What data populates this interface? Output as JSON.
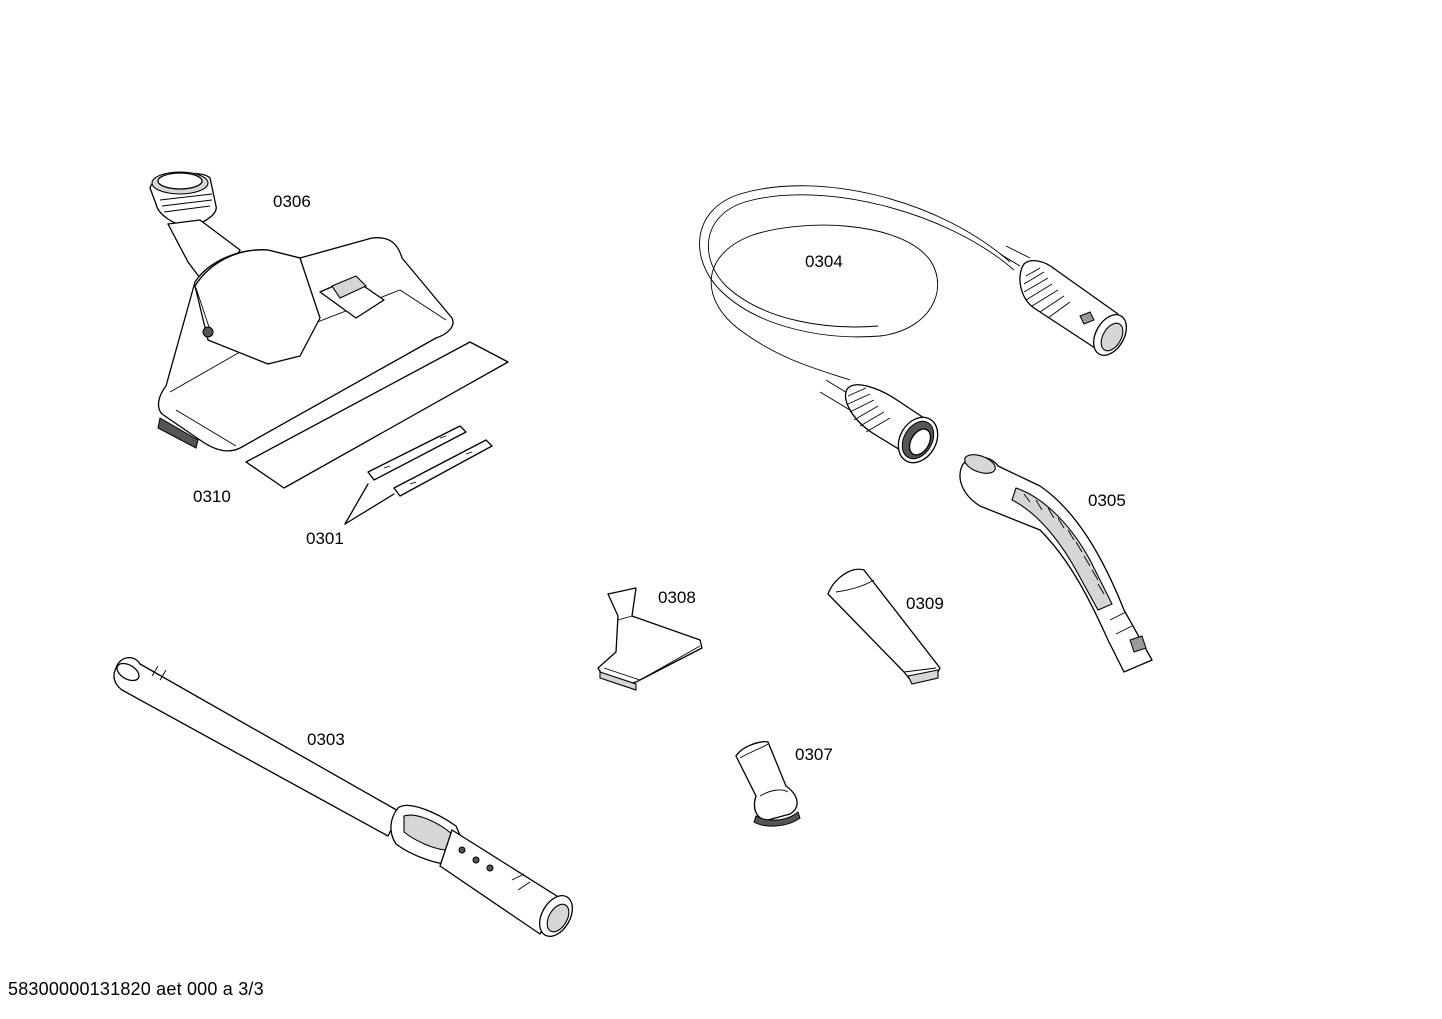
{
  "parts": [
    {
      "id": "0306",
      "label": "0306"
    },
    {
      "id": "0310",
      "label": "0310"
    },
    {
      "id": "0301",
      "label": "0301"
    },
    {
      "id": "0304",
      "label": "0304"
    },
    {
      "id": "0305",
      "label": "0305"
    },
    {
      "id": "0308",
      "label": "0308"
    },
    {
      "id": "0309",
      "label": "0309"
    },
    {
      "id": "0303",
      "label": "0303"
    },
    {
      "id": "0307",
      "label": "0307"
    }
  ],
  "footer": {
    "text": "58300000131820 aet 000 a 3/3"
  }
}
